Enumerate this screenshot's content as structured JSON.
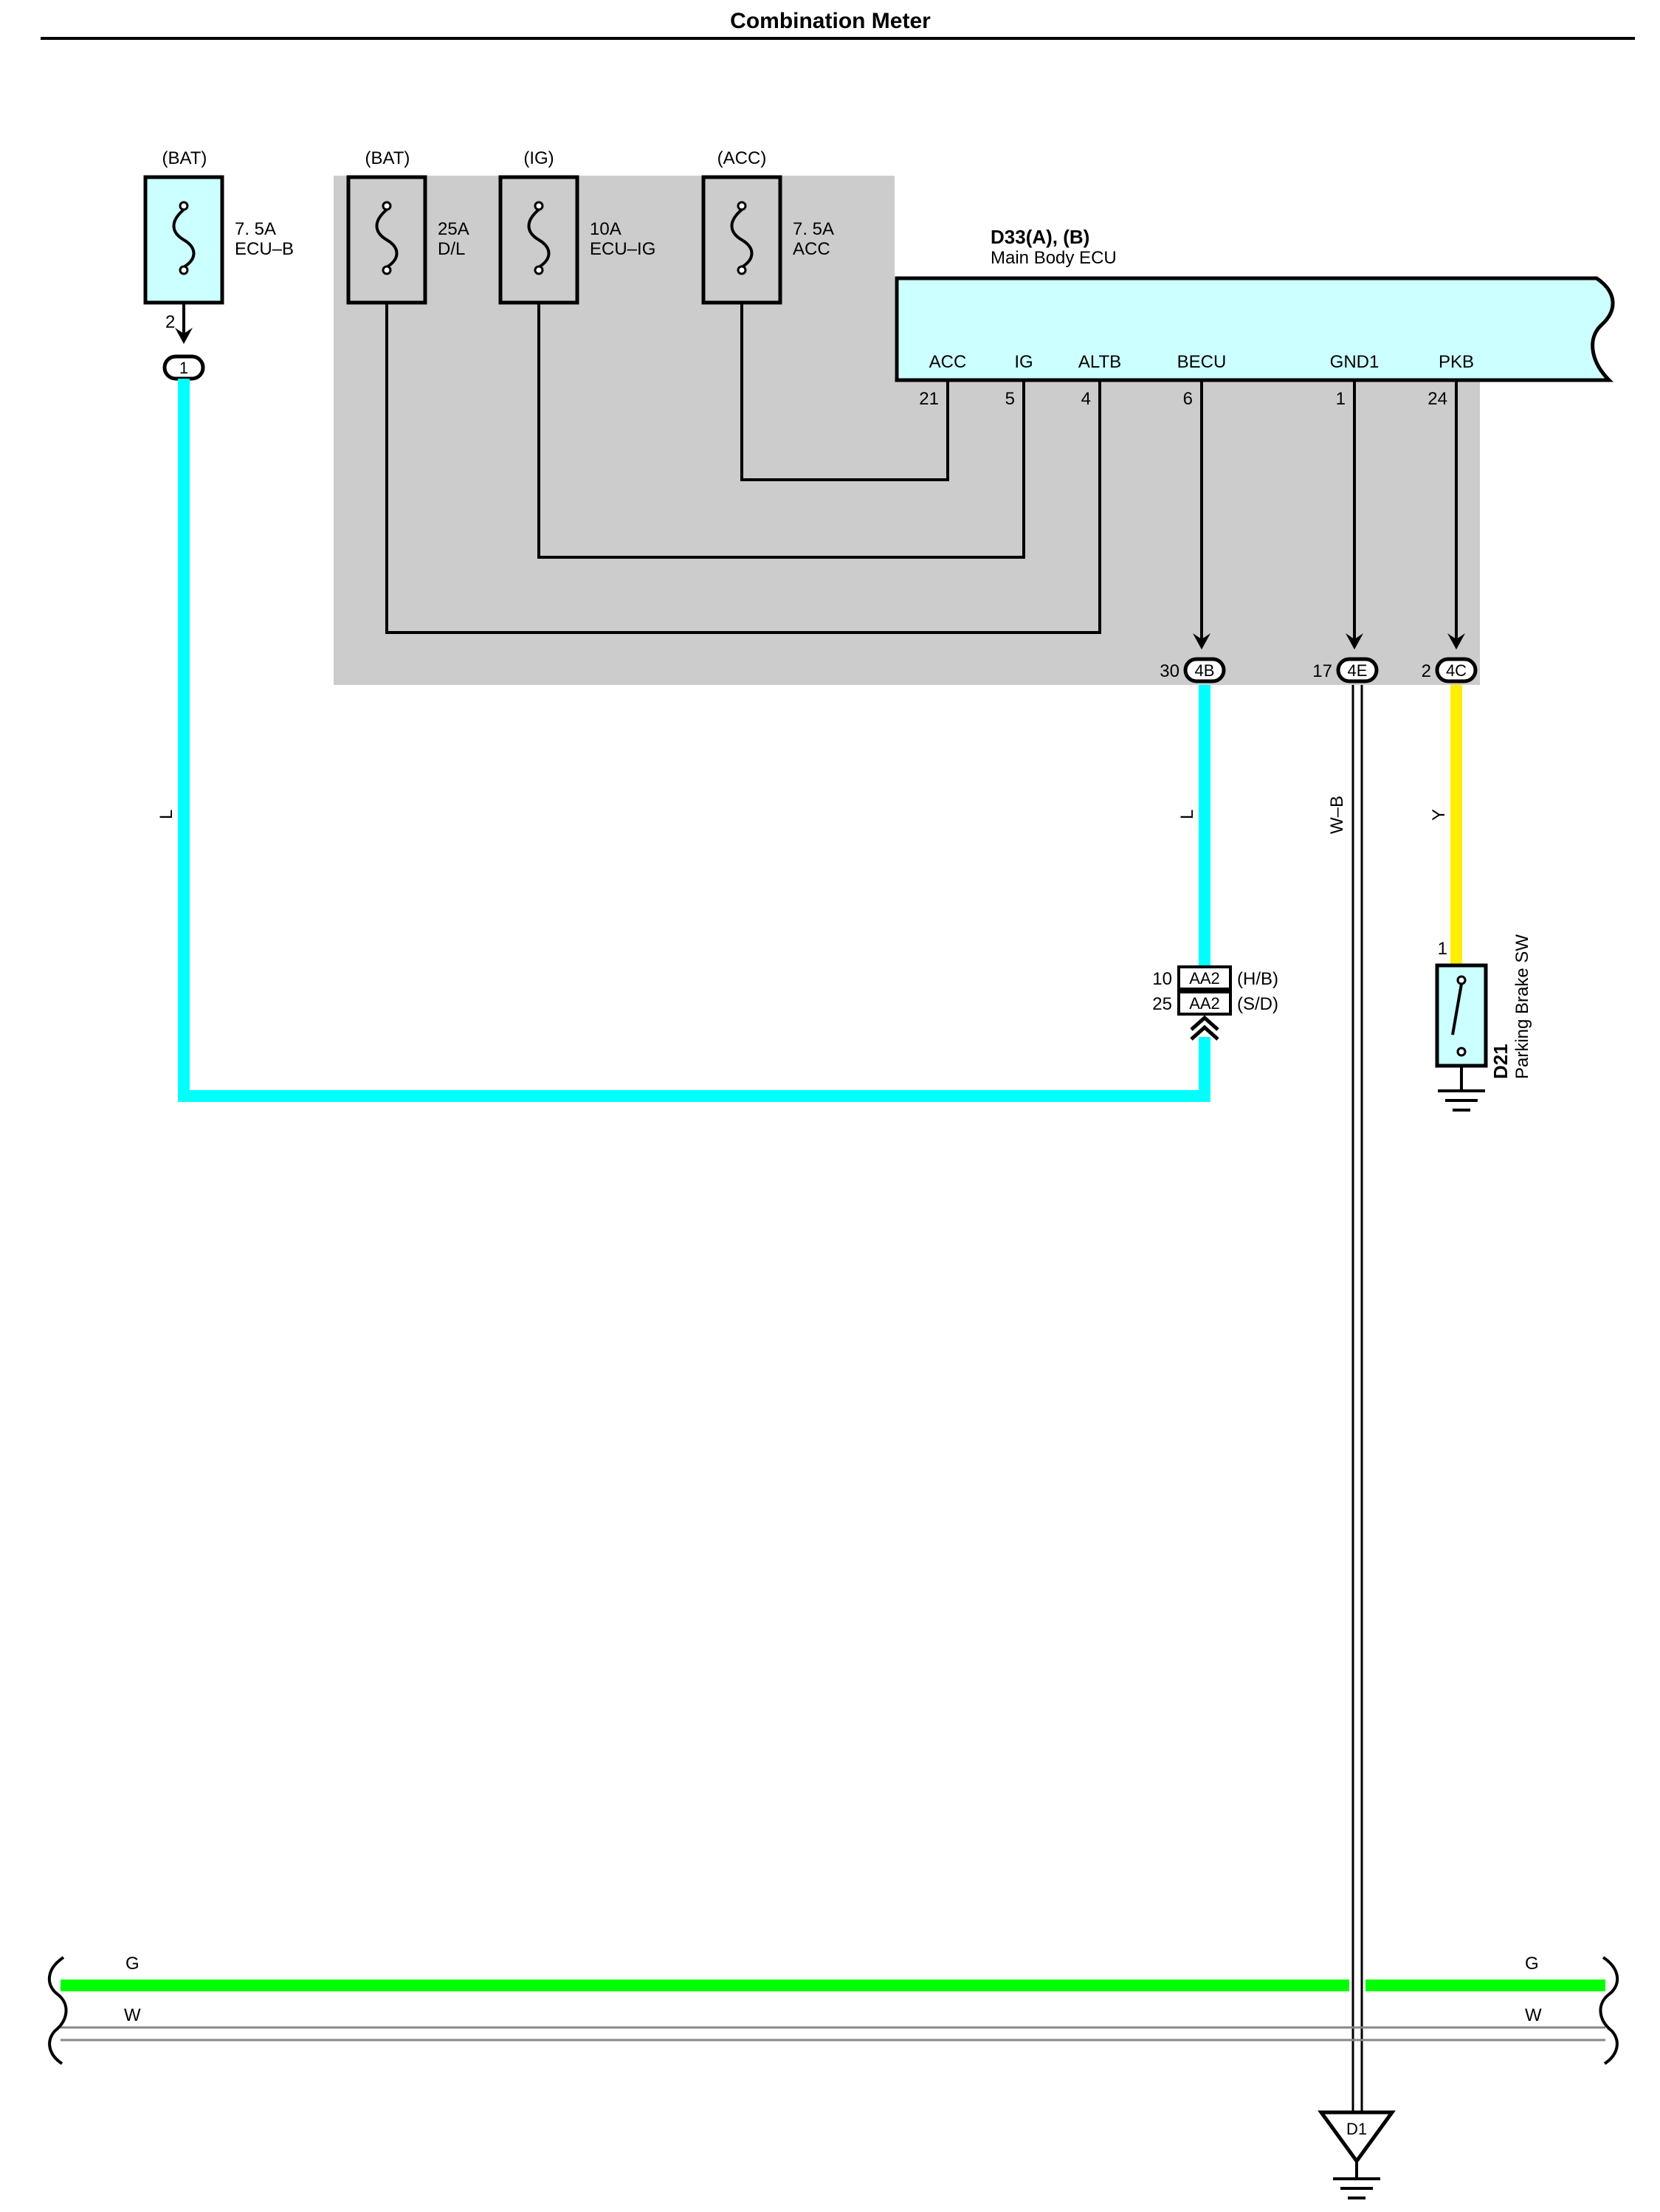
{
  "title": "Combination Meter",
  "fuses": [
    {
      "supply": "(BAT)",
      "rating": "7. 5A",
      "name": "ECU–B",
      "pin": "2"
    },
    {
      "supply": "(BAT)",
      "rating": "25A",
      "name": "D/L"
    },
    {
      "supply": "(IG)",
      "rating": "10A",
      "name": "ECU–IG"
    },
    {
      "supply": "(ACC)",
      "rating": "7. 5A",
      "name": "ACC"
    }
  ],
  "ecu": {
    "code": "D33(A), (B)",
    "name": "Main Body ECU",
    "terminals": [
      {
        "label": "ACC",
        "pin": "21"
      },
      {
        "label": "IG",
        "pin": "5"
      },
      {
        "label": "ALTB",
        "pin": "4"
      },
      {
        "label": "BECU",
        "pin": "6"
      },
      {
        "label": "GND1",
        "pin": "1"
      },
      {
        "label": "PKB",
        "pin": "24"
      }
    ]
  },
  "junctions": {
    "j_bat": "1",
    "j_becu": {
      "id": "4B",
      "pin": "30"
    },
    "j_gnd": {
      "id": "4E",
      "pin": "17"
    },
    "j_pkb": {
      "id": "4C",
      "pin": "2"
    }
  },
  "connector_aa2": [
    {
      "pin": "10",
      "id": "AA2",
      "variant": "(H/B)"
    },
    {
      "pin": "25",
      "id": "AA2",
      "variant": "(S/D)"
    }
  ],
  "wires": {
    "left_l": "L",
    "becu_l": "L",
    "gnd_wb": "W–B",
    "pkb_y": "Y"
  },
  "switch": {
    "code": "D21",
    "name": "Parking Brake SW",
    "pin": "1"
  },
  "bus": {
    "g_left": "G",
    "g_right": "G",
    "w_left": "W",
    "w_right": "W"
  },
  "ground": {
    "id": "D1"
  },
  "colors": {
    "wire_l": "#00ffff",
    "wire_y": "#ffee00",
    "wire_g": "#00ff00",
    "shade": "#cccccc",
    "component_fill": "#ccffff"
  }
}
